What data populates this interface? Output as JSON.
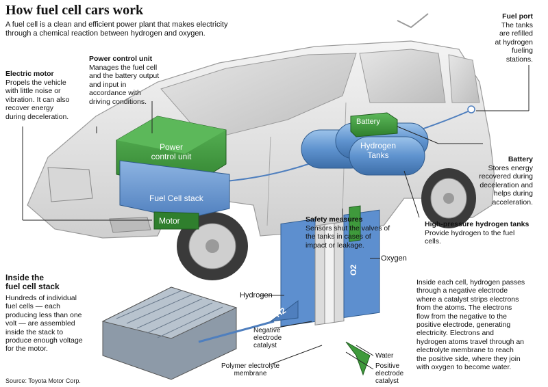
{
  "title": "How fuel cell cars work",
  "intro": "A fuel cell is a clean and efficient power plant that makes electricity through a chemical reaction between hydrogen and oxygen.",
  "callouts": {
    "electric_motor": {
      "heading": "Electric motor",
      "body": "Propels the vehicle\nwith little noise or\nvibration. It can also\nrecover energy\nduring deceleration."
    },
    "power_control_unit": {
      "heading": "Power control unit",
      "body": "Manages the fuel cell\nand the battery output\nand input in\naccordance with\ndriving conditions."
    },
    "fuel_port": {
      "heading": "Fuel port",
      "body": "The tanks\nare refilled\nat hydrogen\nfueling\nstations."
    },
    "battery": {
      "heading": "Battery",
      "body": "Stores energy\nrecovered during\ndeceleration and\nhelps during\nacceleration."
    },
    "high_pressure_tanks": {
      "heading": "High-pressure hydrogen tanks",
      "body": "Provide hydrogen to the fuel\ncells."
    },
    "safety_measures": {
      "heading": "Safety measures",
      "body": "Sensors shut the valves of\nthe tanks in cases of\nimpact or leakage."
    },
    "inside_stack": {
      "heading": "Inside the\nfuel cell stack",
      "body": "Hundreds of individual\nfuel cells — each\nproducing less than one\nvolt — are assembled\ninside the stack to\nproduce enough voltage\nfor the motor."
    },
    "inside_cell": {
      "body": "Inside each cell, hydrogen passes\nthrough a negative electrode\nwhere a catalyst strips electrons\nfrom the atoms. The electrons\nflow from the negative to the\npositive electrode, generating\nelectricity. Electrons and\nhydrogen atoms travel through an\nelectrolyte membrane to reach\nthe positive side, where they join\nwith oxygen to become water."
    }
  },
  "component_labels": {
    "power_control_unit": "Power\ncontrol unit",
    "fuel_cell_stack": "Fuel Cell stack",
    "motor": "Motor",
    "battery": "Battery",
    "hydrogen_tanks": "Hydrogen\nTanks"
  },
  "cell_labels": {
    "hydrogen": "Hydrogen",
    "h2": "H2",
    "oxygen": "Oxygen",
    "o2": "O2",
    "negative_catalyst": "Negative\nelectrode\ncatalyst",
    "polymer_membrane": "Polymer electrolyte\nmembrane",
    "water": "Water",
    "positive_catalyst": "Positive\nelectrode\ncatalyst"
  },
  "source": "Source: Toyota Motor Corp.",
  "colors": {
    "green": "#3f9a3c",
    "blue": "#5d8fcf",
    "tank_blue": "#6b9fd4",
    "leader": "#222222",
    "car_body": "#e4e4e4"
  }
}
